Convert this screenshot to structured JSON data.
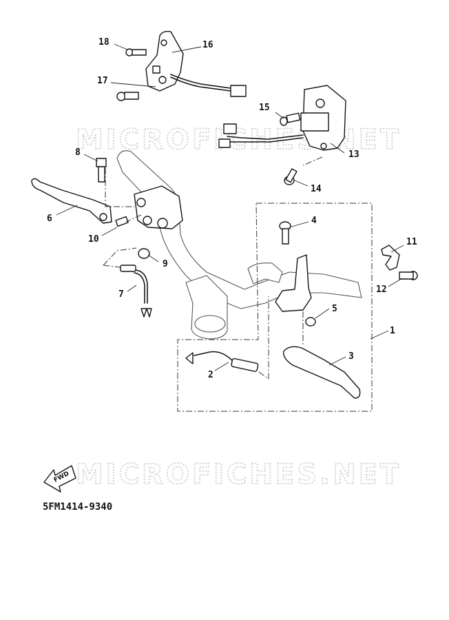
{
  "watermark": {
    "text": "MICROFICHES.NET"
  },
  "fwd_arrow": {
    "label": "FWD"
  },
  "diagram_code": "5FM1414-9340",
  "callouts": {
    "c1": "1",
    "c2": "2",
    "c3": "3",
    "c4": "4",
    "c5": "5",
    "c6": "6",
    "c7": "7",
    "c8": "8",
    "c9": "9",
    "c10": "10",
    "c11": "11",
    "c12": "12",
    "c13": "13",
    "c14": "14",
    "c15": "15",
    "c16": "16",
    "c17": "17",
    "c18": "18"
  }
}
